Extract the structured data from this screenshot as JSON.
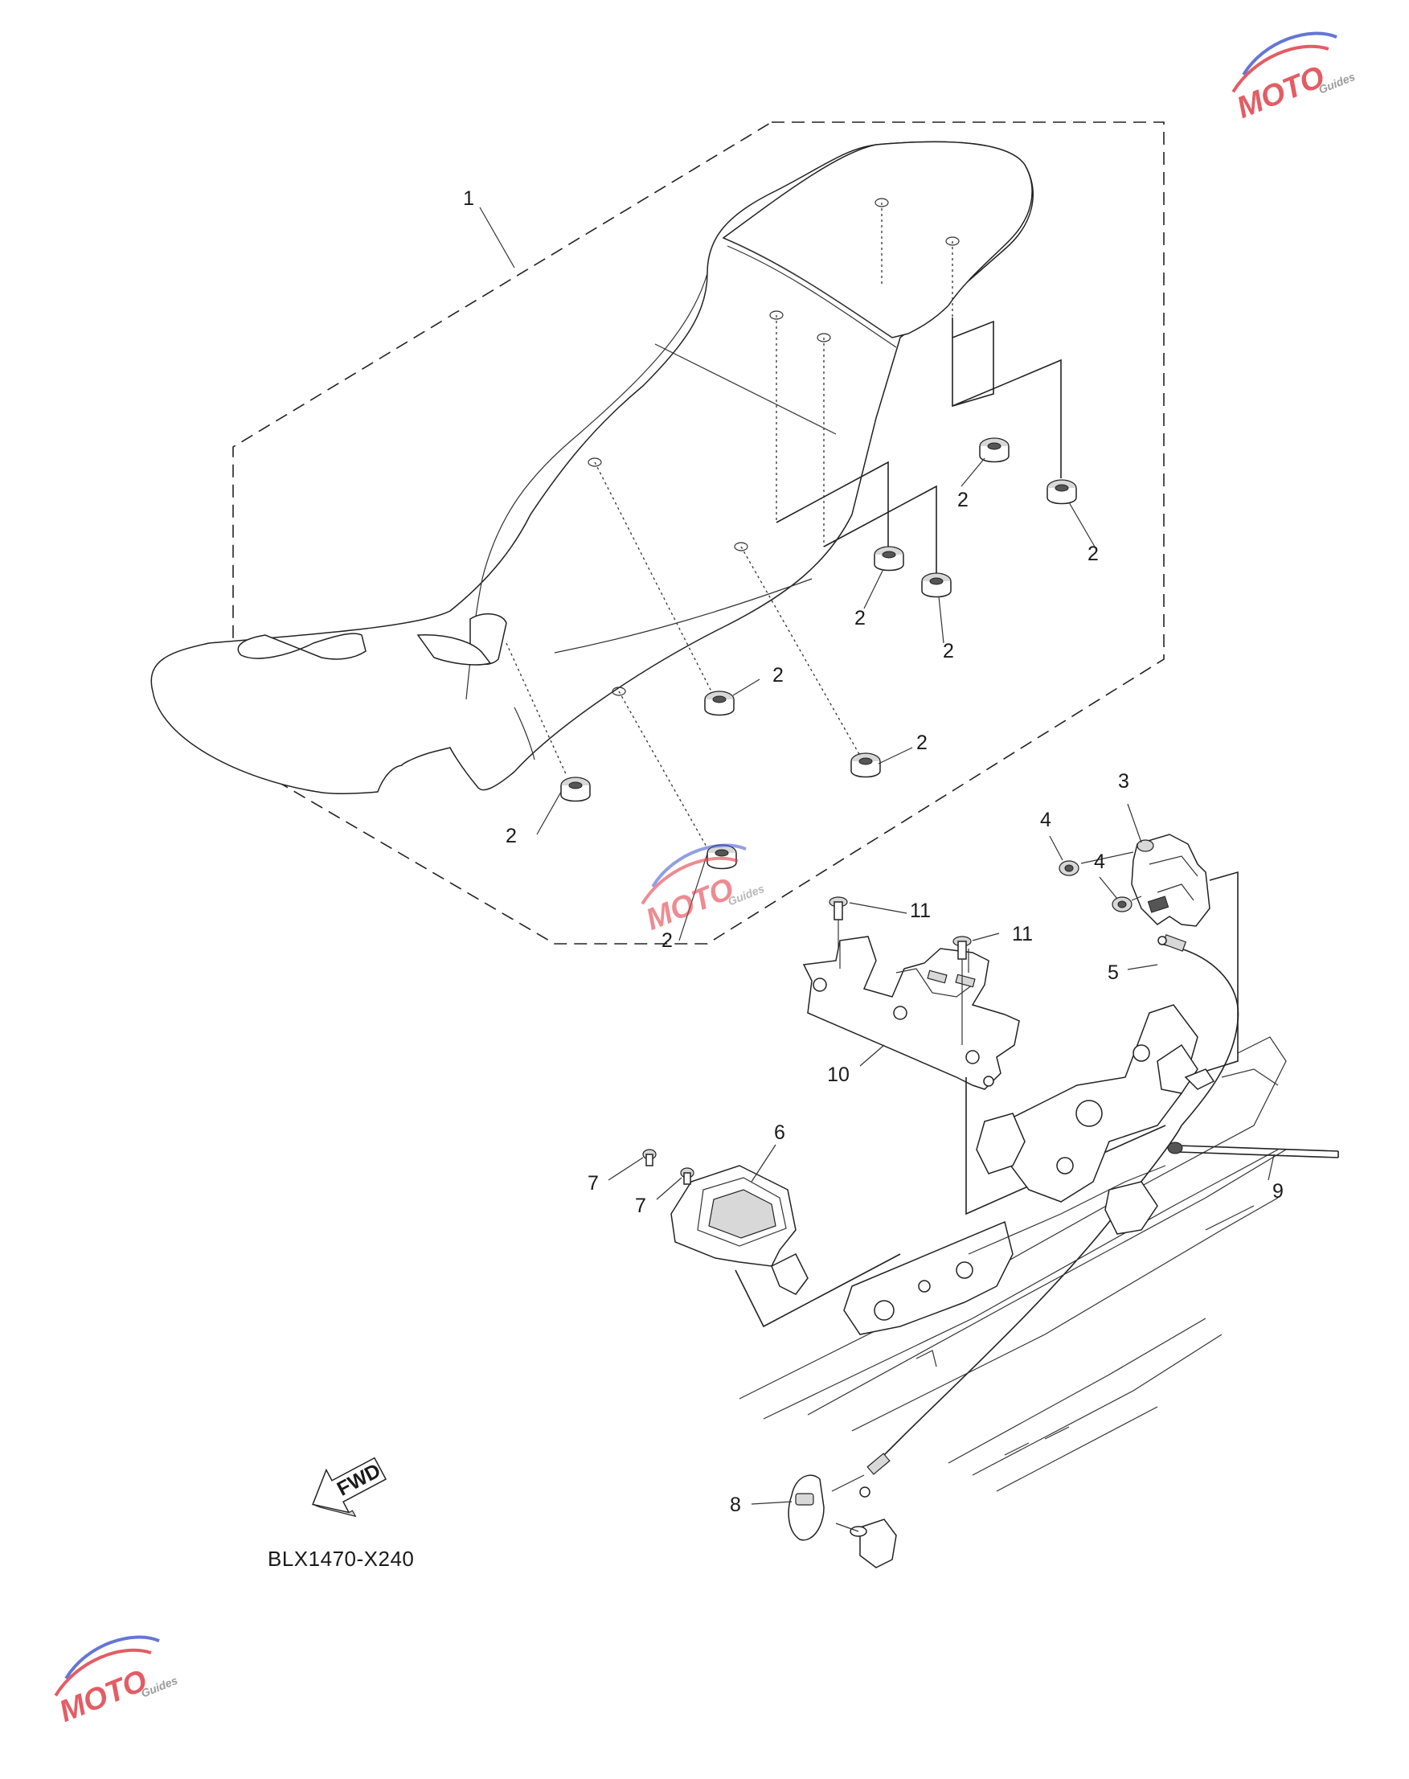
{
  "diagram": {
    "code": "BLX1470-X240",
    "fwd_label": "FWD",
    "callouts": [
      {
        "id": "c1",
        "label": "1"
      },
      {
        "id": "c2a",
        "label": "2"
      },
      {
        "id": "c2b",
        "label": "2"
      },
      {
        "id": "c2c",
        "label": "2"
      },
      {
        "id": "c2d",
        "label": "2"
      },
      {
        "id": "c2e",
        "label": "2"
      },
      {
        "id": "c2f",
        "label": "2"
      },
      {
        "id": "c2g",
        "label": "2"
      },
      {
        "id": "c2h",
        "label": "2"
      },
      {
        "id": "c3",
        "label": "3"
      },
      {
        "id": "c4a",
        "label": "4"
      },
      {
        "id": "c4b",
        "label": "4"
      },
      {
        "id": "c5",
        "label": "5"
      },
      {
        "id": "c6",
        "label": "6"
      },
      {
        "id": "c7a",
        "label": "7"
      },
      {
        "id": "c7b",
        "label": "7"
      },
      {
        "id": "c8",
        "label": "8"
      },
      {
        "id": "c9",
        "label": "9"
      },
      {
        "id": "c10",
        "label": "10"
      },
      {
        "id": "c11a",
        "label": "11"
      },
      {
        "id": "c11b",
        "label": "11"
      }
    ]
  },
  "watermark": {
    "brand": "MOTO",
    "sub": "Guides",
    "colors": {
      "red": "#e0404a",
      "blue": "#4b5fd0",
      "grey": "#8a8a8a"
    }
  }
}
